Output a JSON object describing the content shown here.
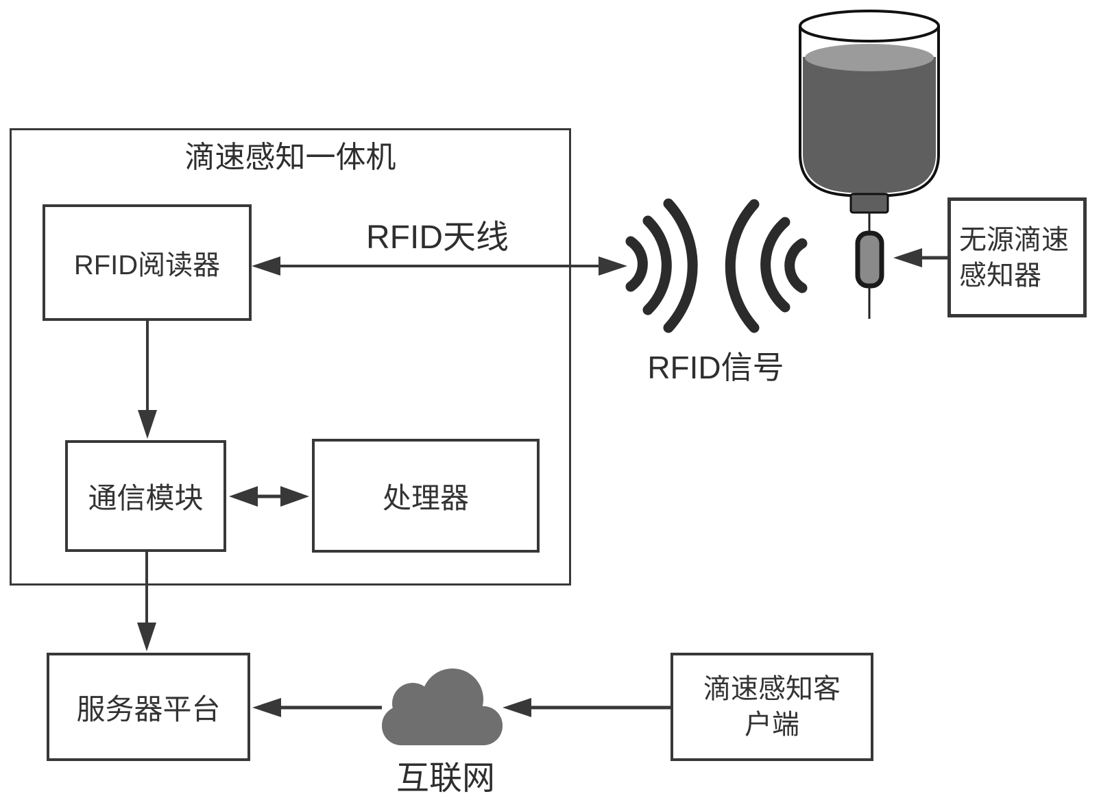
{
  "figure": {
    "machine_box": {
      "title": "滴速感知一体机"
    },
    "rfid_reader": {
      "label": "RFID阅读器"
    },
    "comm_module": {
      "label": "通信模块"
    },
    "processor": {
      "label": "处理器"
    },
    "server_platform": {
      "label": "服务器平台"
    },
    "client": {
      "lines": [
        "滴速感知客",
        "户端"
      ]
    },
    "passive_sensor": {
      "lines": [
        "无源滴速",
        "感知器"
      ]
    },
    "labels": {
      "rfid_antenna": "RFID天线",
      "rfid_signal": "RFID信号",
      "internet": "互联网"
    },
    "icons": [
      "iv-bottle-icon",
      "drip-sensor-icon",
      "rfid-waves-icon",
      "internet-cloud-icon",
      "arrow-connectors"
    ],
    "colors": {
      "outline": "#383838",
      "text": "#2e2e2e",
      "wave": "#2b2b2b",
      "cloud": "#6f6f6f",
      "liquid": "#5f5f5f",
      "liquid_surface": "#9b9b9b"
    }
  }
}
